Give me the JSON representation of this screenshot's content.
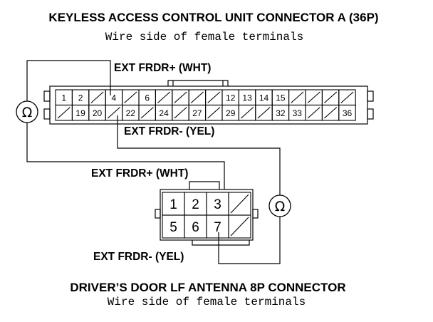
{
  "connector_a": {
    "title": "KEYLESS ACCESS CONTROL UNIT CONNECTOR A (36P)",
    "subtitle": "Wire side of female terminals",
    "top_row": [
      "1",
      "2",
      "",
      "4",
      "",
      "6",
      "",
      "",
      "",
      "",
      "12",
      "13",
      "14",
      "15",
      "",
      "",
      "",
      ""
    ],
    "bottom_row": [
      "",
      "19",
      "20",
      "",
      "22",
      "",
      "24",
      "",
      "27",
      "",
      "29",
      "",
      "",
      "32",
      "33",
      "",
      "",
      "36"
    ],
    "label_plus": "EXT FRDR+ (WHT)",
    "label_minus": "EXT FRDR- (YEL)"
  },
  "connector_b": {
    "title": "DRIVER’S DOOR LF ANTENNA 8P CONNECTOR",
    "subtitle": "Wire side of female terminals",
    "top_row": [
      "1",
      "2",
      "3",
      ""
    ],
    "bottom_row": [
      "5",
      "6",
      "7",
      ""
    ],
    "label_plus": "EXT FRDR+ (WHT)",
    "label_minus": "EXT FRDR- (YEL)"
  },
  "meters": {
    "left_symbol": "Ω",
    "right_symbol": "Ω"
  }
}
